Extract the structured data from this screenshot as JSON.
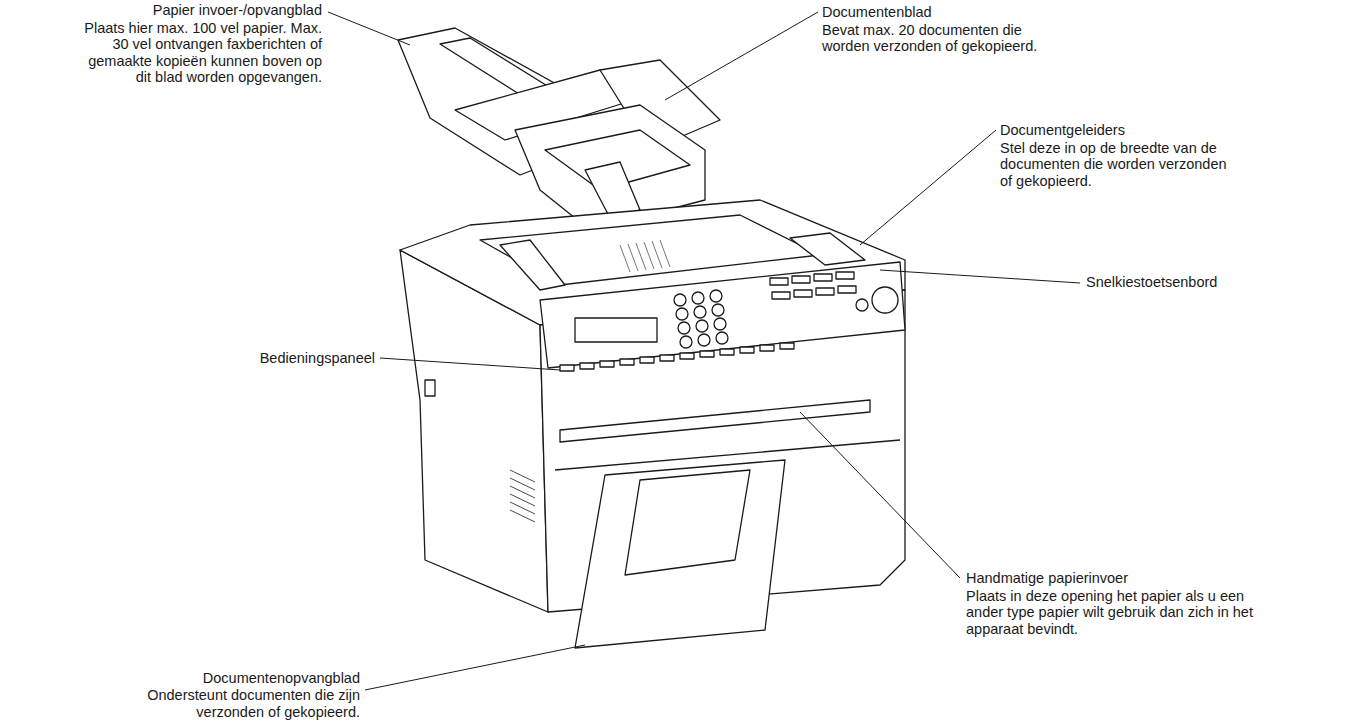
{
  "diagram": {
    "labels": [
      "Papier invoer-/opvangblad",
      "Plaats hier max. 100 vel papier. Max. 30 vel ontvangen faxberichten of gemaakte kopieën kunnen boven op dit blad worden opgevangen.",
      "Documentenblad",
      "Bevat max. 20 documenten die worden verzonden of gekopieerd.",
      "Documentgeleiders",
      "Stel deze in op de breedte van de documenten die worden verzonden of gekopieerd.",
      "Snelkiestoetsenbord",
      "Bedieningspaneel",
      "Handmatige papierinvoer",
      "Plaats in deze opening het papier als u een ander type papier wilt gebruik dan zich in het apparaat bevindt.",
      "Documentenopvangblad",
      "Ondersteunt documenten die zijn verzonden of gekopieerd."
    ]
  }
}
